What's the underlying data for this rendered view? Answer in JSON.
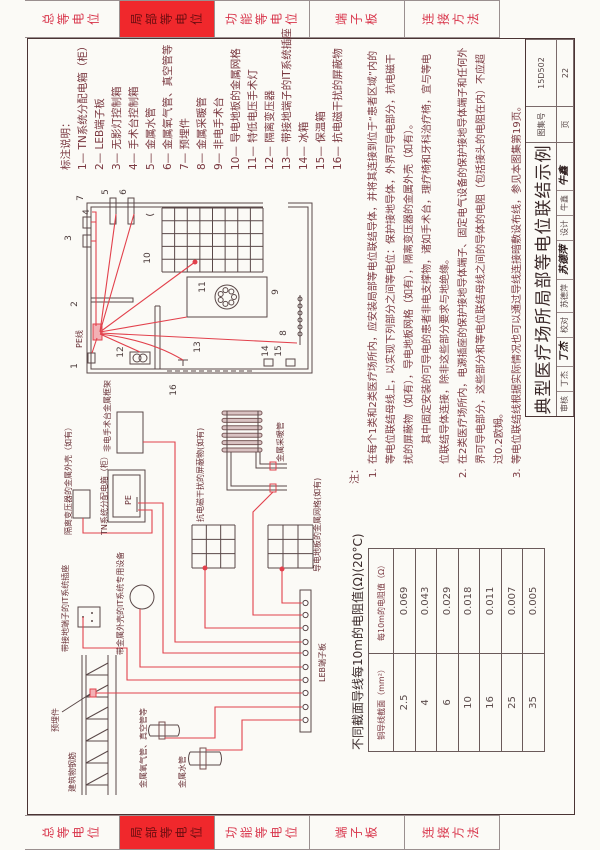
{
  "tabs": [
    {
      "label": "总等电位",
      "active": false
    },
    {
      "label": "局部等电位",
      "active": true
    },
    {
      "label": "功能等电位",
      "active": false
    },
    {
      "label": "端子板",
      "active": false
    },
    {
      "label": "连接方法",
      "active": false
    }
  ],
  "legend": {
    "title": "标注说明：",
    "items": [
      "1— TN系统分配电箱（柜）",
      "2— LEB端子板",
      "3— 无影灯控制箱",
      "4— 手术台控制箱",
      "5— 金属水管",
      "6— 金属氧气管、真空管等",
      "7— 预埋件",
      "8— 金属采暖管",
      "9— 非电手术台",
      "10— 导电地板的金属网格",
      "11— 特低电压手术灯",
      "12— 隔离变压器",
      "13— 带接地端子的IT系统插座",
      "14— 冰箱",
      "15— 保温箱",
      "16— 抗电磁干扰的屏蔽物"
    ]
  },
  "notes": {
    "heading": "注：",
    "items": [
      {
        "num": "1.",
        "text": "在每个1类和2类医疗场所内，应安装局部等电位联结导体，并将其连接到位于“患者区域”内的等电位联结母线上，以实现下列部分之间等电位：保护接地导体，外界可导电部分，抗电磁干扰的屏蔽物（如有），导电地板网格（如有），隔离变压器的金属外壳（如有）。",
        "text2": "其中固定安装的可导电的患者非电支撑物，诸如手术台，理疗椅和牙科治疗椅，宜与等电位联结导体连接，除非这些部分要求与地绝缘。"
      },
      {
        "num": "2.",
        "text": "在2类医疗场所内，电源插座的保护接地导体端子、固定电气设备的保护接地导体端子和任何外界可导电部分，这些部分和等电位联结母线之间的导体的电阻（包括接头的电阻在内）不应超过0.2欧姆。"
      },
      {
        "num": "3.",
        "text": "等电位联结线根据实际情况也可以通过导线连接暗敷设布线，参见本图集第19页。"
      }
    ]
  },
  "table": {
    "title": "不同截面导线每10m的电阻值(Ω)(20°C)",
    "headers": [
      "铜导线截面（mm²）",
      "每10m的电阻值（Ω）"
    ],
    "rows": [
      [
        "2.5",
        "0.069"
      ],
      [
        "4",
        "0.043"
      ],
      [
        "6",
        "0.029"
      ],
      [
        "10",
        "0.018"
      ],
      [
        "16",
        "0.011"
      ],
      [
        "25",
        "0.007"
      ],
      [
        "35",
        "0.005"
      ]
    ]
  },
  "title_block": {
    "title": "典型医疗场所局部等电位联结示例",
    "atlas_label": "图集号",
    "atlas_no": "15D502",
    "page_label": "页",
    "page_no": "22",
    "reviewer_label": "审核",
    "reviewer": "丁杰",
    "reviewer_sig": "丁杰",
    "checker_label": "校对",
    "checker": "苏德萍",
    "checker_sig": "苏德萍",
    "designer_label": "设计",
    "designer": "牛鑫",
    "designer_sig": "牛鑫"
  },
  "plan": {
    "pe_label": "PE线",
    "callouts": {
      "c1": "1",
      "c2": "2",
      "c3": "3",
      "c4": "4",
      "c5": "5",
      "c6": "6",
      "c7": "7",
      "c8": "8",
      "c9": "9",
      "c10": "10",
      "c11": "11",
      "c12": "12",
      "c13": "13",
      "c14": "14",
      "c15": "15",
      "c16": "16"
    }
  },
  "schematic": {
    "frame": "非电手术台金属框架",
    "transformer": "隔离变压器的金属外壳（如有）",
    "tn_box": "TN系统分配电箱（柜）",
    "pe": "PE",
    "shield": "抗电磁干扰的屏蔽物(如有)",
    "heating": "金属采暖管",
    "floor_grid": "导电地板的金属网格(如有)",
    "leb": "LEB端子板",
    "it_socket": "带接地端子的IT系统插座",
    "it_device": "带金属外壳的IT系统专用设备",
    "embedded": "预埋件",
    "rebar": "建筑物钢筋",
    "oxygen": "金属氧气管、真空管等",
    "water": "金属水管"
  },
  "colors": {
    "accent_tab": "#f0282c",
    "bond_line": "#e2414c",
    "line": "#5a4848"
  }
}
